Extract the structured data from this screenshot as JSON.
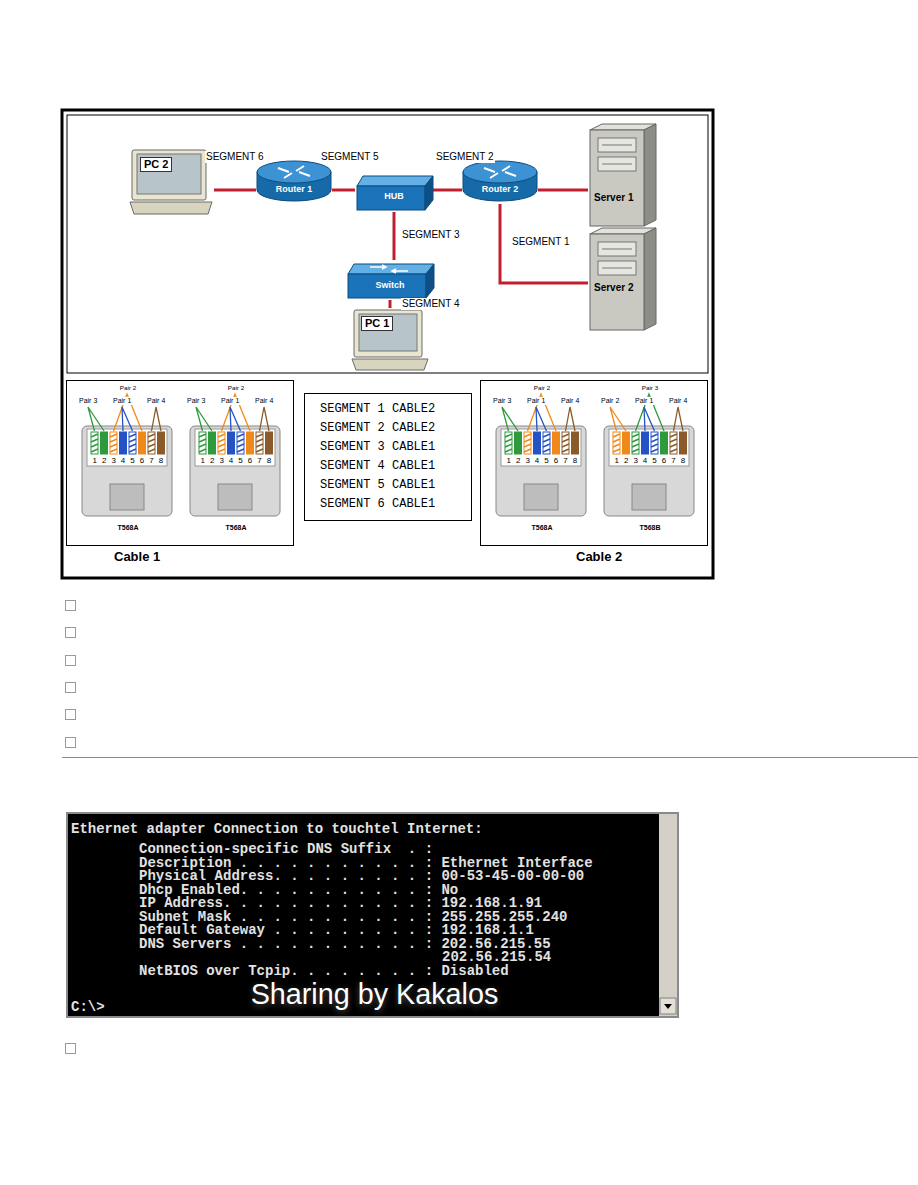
{
  "diagram": {
    "nodes": [
      {
        "text": [
          "PC 2"
        ]
      },
      {
        "text": [
          "Router 1"
        ]
      },
      {
        "text": [
          "HUB"
        ]
      },
      {
        "text": [
          "Router 2"
        ]
      },
      {
        "text": [
          "Server 1"
        ]
      },
      {
        "text": [
          "Server 2"
        ]
      },
      {
        "text": [
          "Switch"
        ]
      },
      {
        "text": [
          "PC 1"
        ]
      },
      {
        "text": [
          "Cable 1"
        ]
      },
      {
        "text": [
          "Pair 2",
          "Pair 3",
          "Pair 1",
          "Pair 4",
          "12345678",
          "T568A"
        ],
        "in": 8
      },
      {
        "text": [
          "Pair 2",
          "Pair 3",
          "Pair 1",
          "Pair 4",
          "12345678",
          "T568A"
        ],
        "in": 8
      },
      {
        "text": [
          "SEGMENT 1 CABLE2",
          "SEGMENT 2 CABLE2",
          "SEGMENT 3 CABLE1",
          "SEGMENT 4 CABLE1",
          "SEGMENT 5 CABLE1",
          "SEGMENT 6 CABLE1"
        ]
      },
      {
        "text": [
          "Cable 2"
        ]
      },
      {
        "text": [
          "Pair 2",
          "Pair 3",
          "Pair 1",
          "Pair 4",
          "12345678",
          "T568A"
        ],
        "in": 12
      },
      {
        "text": [
          "Pair 3",
          "Pair 2",
          "Pair 1",
          "Pair 4",
          "12345678",
          "T568B"
        ],
        "in": 12
      },
      {
        "text": [
          "Ethernet adapter Connection to touchtel Internet:",
          "Connection-specific DNS Suffix  . :",
          "Description . . . . . . . . . . . : Ethernet Interface",
          "Physical Address. . . . . . . . . : 00-53-45-00-00-00",
          "Dhcp Enabled. . . . . . . . . . . : No",
          "IP Address. . . . . . . . . . . . : 192.168.1.91",
          "Subnet Mask . . . . . . . . . . . : 255.255.255.240",
          "Default Gateway . . . . . . . . . : 192.168.1.1",
          "DNS Servers . . . . . . . . . . . : 202.56.215.55",
          "202.56.215.54",
          "NetBIOS over Tcpip. . . . . . . . : Disabled",
          "C:\\>",
          "Sharing by Kakalos"
        ]
      }
    ],
    "edges": [
      {
        "from": 0,
        "to": 1,
        "arrow": "none",
        "label": "SEGMENT 6"
      },
      {
        "from": 1,
        "to": 2,
        "arrow": "none",
        "label": "SEGMENT 5"
      },
      {
        "from": 2,
        "to": 3,
        "arrow": "none",
        "label": "SEGMENT 2"
      },
      {
        "from": 3,
        "to": 4,
        "arrow": "none"
      },
      {
        "from": 3,
        "to": 5,
        "arrow": "none",
        "label": "SEGMENT 1"
      },
      {
        "from": 2,
        "to": 6,
        "arrow": "none",
        "label": "SEGMENT 3"
      },
      {
        "from": 6,
        "to": 7,
        "arrow": "none",
        "label": "SEGMENT 4"
      }
    ]
  }
}
